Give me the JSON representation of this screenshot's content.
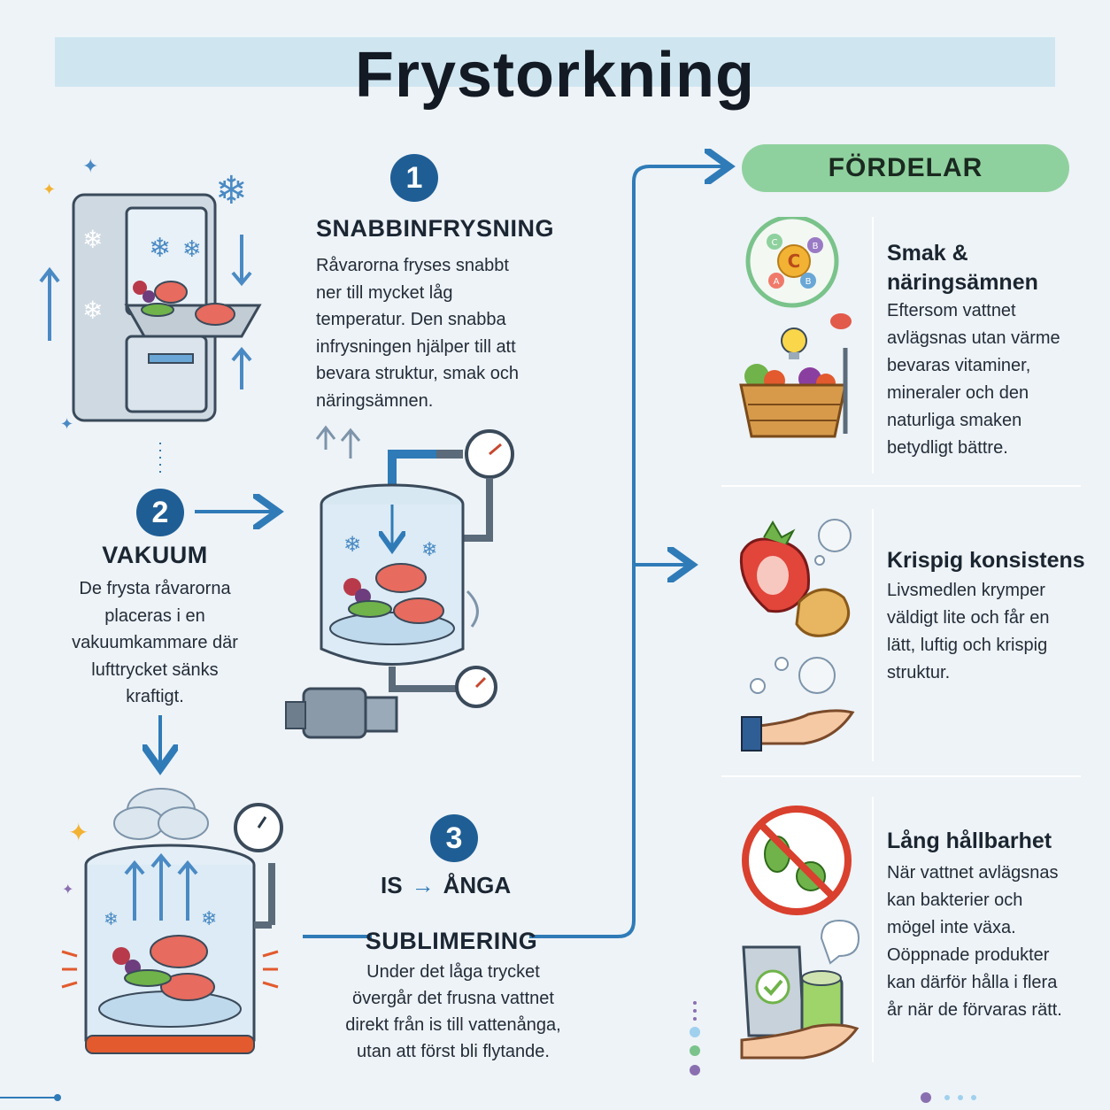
{
  "title": "Frystorkning",
  "steps": [
    {
      "number": "1",
      "heading": "SNABBINFRYSNING",
      "lines": [
        "Råvarorna fryses snabbt",
        "ner till mycket låg",
        "temperatur. Den snabba",
        "infrysningen hjälper till att",
        "bevara struktur, smak och",
        "näringsämnen."
      ]
    },
    {
      "number": "2",
      "heading": "VAKUUM",
      "lines": [
        "De frysta råvarorna",
        "placeras i en",
        "vakuumkammare där",
        "lufttrycket sänks",
        "kraftigt."
      ]
    },
    {
      "number": "3",
      "phase_from": "IS",
      "phase_to": "ÅNGA",
      "heading": "SUBLIMERING",
      "lines": [
        "Under det låga trycket",
        "övergår det frusna vattnet",
        "direkt från is till vattenånga,",
        "utan att först bli flytande."
      ]
    }
  ],
  "benefits_header": "FÖRDELAR",
  "benefits": [
    {
      "title_lines": [
        "Smak &",
        "näringsämnen"
      ],
      "lines": [
        "Eftersom vattnet",
        "avlägsnas utan värme",
        "bevaras vitaminer,",
        "mineraler och den",
        "naturliga smaken",
        "betydligt bättre."
      ]
    },
    {
      "title_lines": [
        "Krispig konsistens"
      ],
      "lines": [
        "Livsmedlen krymper",
        "väldigt lite och får en",
        "lätt, luftig och krispig",
        "struktur."
      ]
    },
    {
      "title_lines": [
        "Lång hållbarhet"
      ],
      "lines": [
        "När vattnet avlägsnas",
        "kan bakterier och",
        "mögel inte växa.",
        "Oöppnade produkter",
        "kan därför hålla i flera",
        "år när de förvaras rätt."
      ]
    }
  ],
  "vitamin_letters": [
    "C",
    "A",
    "B",
    "C",
    "B"
  ],
  "colors": {
    "accent_blue": "#1f5e95",
    "arrow_blue": "#2f7bb8",
    "benefit_green": "#8fd19e",
    "background": "#eef3f7"
  }
}
